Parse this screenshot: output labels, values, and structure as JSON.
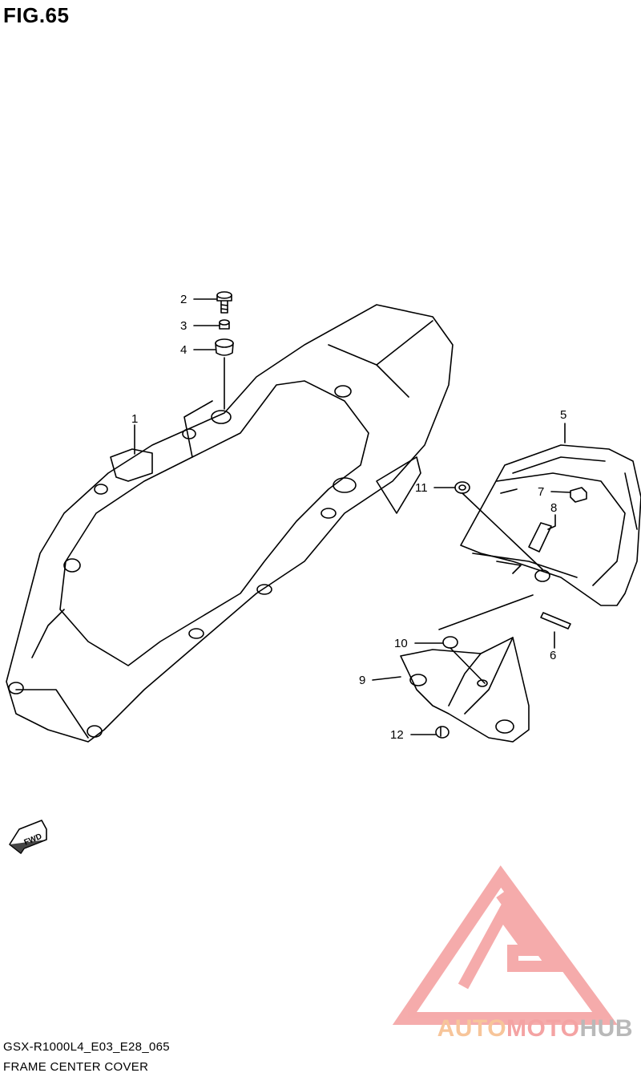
{
  "figure": {
    "title": "FIG.65"
  },
  "callouts": [
    {
      "num": "1"
    },
    {
      "num": "2"
    },
    {
      "num": "3"
    },
    {
      "num": "4"
    },
    {
      "num": "5"
    },
    {
      "num": "6"
    },
    {
      "num": "7"
    },
    {
      "num": "8"
    },
    {
      "num": "9"
    },
    {
      "num": "10"
    },
    {
      "num": "11"
    },
    {
      "num": "12"
    }
  ],
  "direction_arrow": {
    "label": "FWD",
    "icon": "fwd-arrow-icon"
  },
  "footer": {
    "model_code": "GSX-R1000L4_E03_E28_065",
    "section_name": "FRAME CENTER COVER"
  },
  "watermark": {
    "brand_part1": "AUTO",
    "brand_part2": "MOTO",
    "brand_part3": "HUB",
    "colors": {
      "logo_triangle": "#f4a3a3",
      "auto": "#f7c59a",
      "moto": "#f4a3a3",
      "hub": "#b9b9b9"
    }
  }
}
